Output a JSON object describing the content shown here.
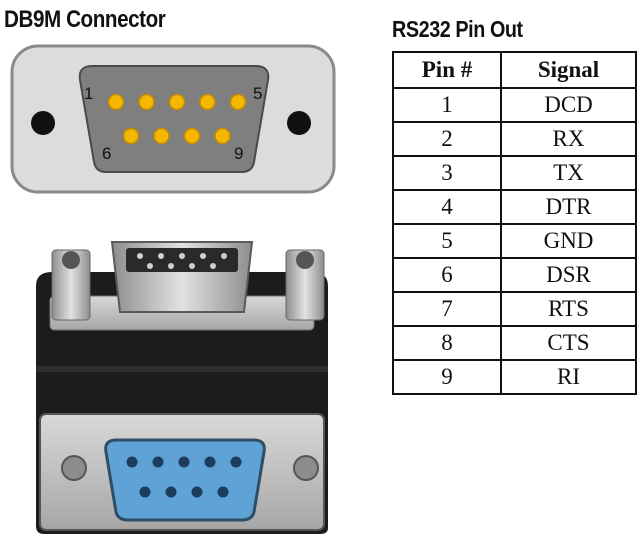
{
  "connector": {
    "title": "DB9M Connector",
    "pin_labels": {
      "top_left": "1",
      "top_right": "5",
      "bottom_left": "6",
      "bottom_right": "9"
    },
    "colors": {
      "shell": "#dcdcdc",
      "face": "#7f7f7f",
      "pin": "#f5b800",
      "hole": "#111111"
    }
  },
  "pinout": {
    "title": "RS232 Pin Out",
    "headers": [
      "Pin #",
      "Signal"
    ],
    "rows": [
      [
        "1",
        "DCD"
      ],
      [
        "2",
        "RX"
      ],
      [
        "3",
        "TX"
      ],
      [
        "4",
        "DTR"
      ],
      [
        "5",
        "GND"
      ],
      [
        "6",
        "DSR"
      ],
      [
        "7",
        "RTS"
      ],
      [
        "8",
        "CTS"
      ],
      [
        "9",
        "RI"
      ]
    ]
  },
  "adapter": {
    "colors": {
      "body": "#1c1c1c",
      "metal": "#bfbfbf",
      "insert": "#5fa3d6"
    }
  }
}
